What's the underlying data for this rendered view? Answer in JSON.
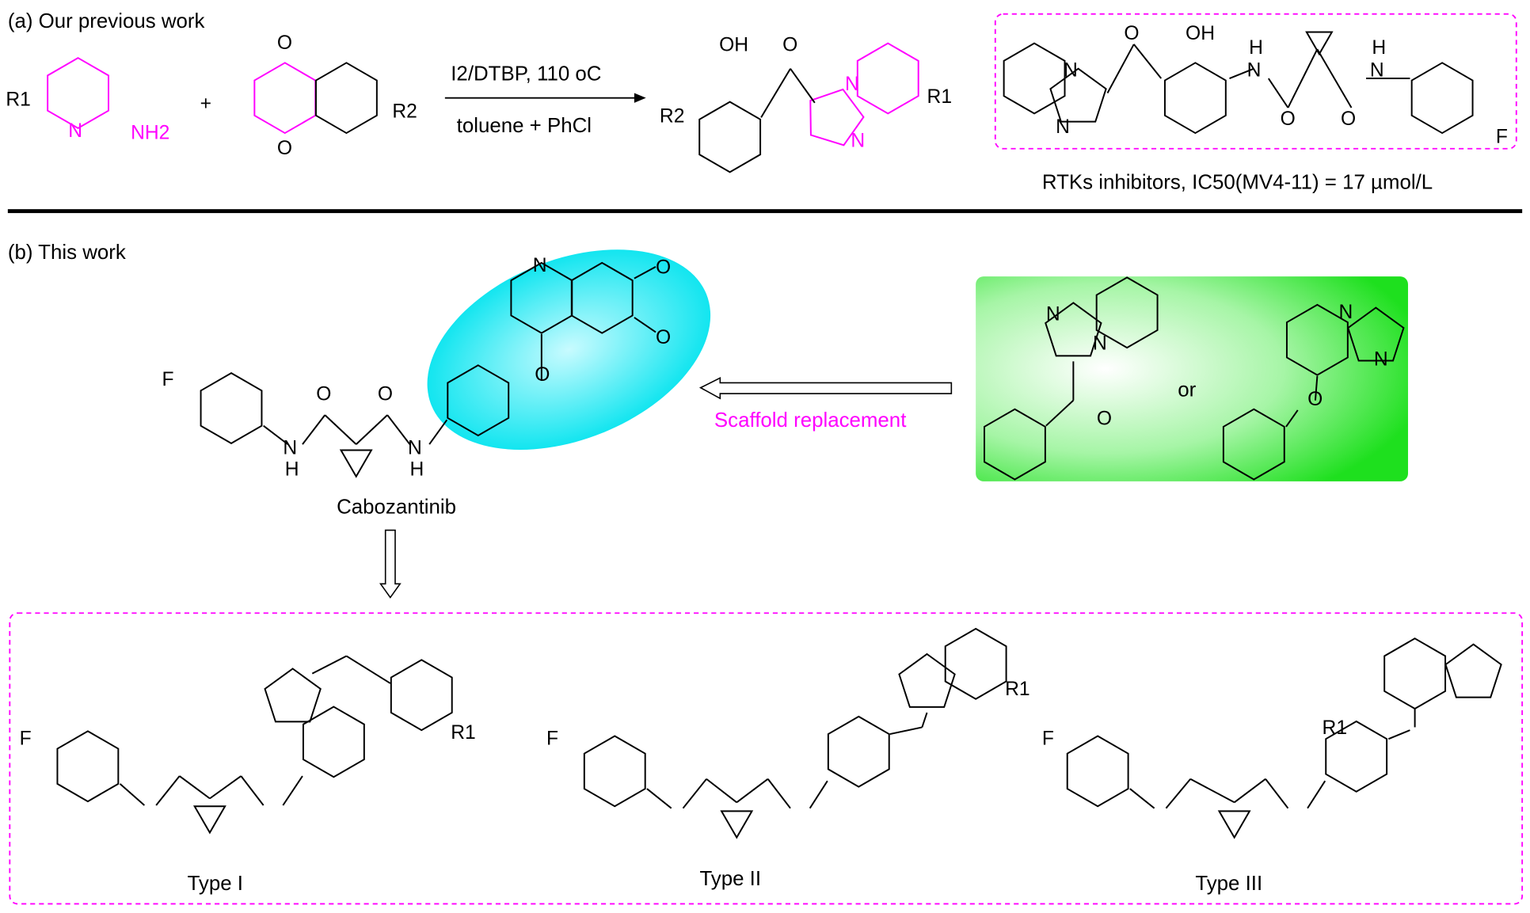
{
  "section_a": {
    "title": "(a) Our previous work",
    "reagent_r1": "R1",
    "amine": "NH2",
    "ring_n": "N",
    "plus": "+",
    "chromone_o_top": "O",
    "chromone_o_ring": "O",
    "reagent_r2": "R2",
    "conditions_top": "I2/DTBP, 110 oC",
    "conditions_bottom": "toluene + PhCl",
    "product_oh": "OH",
    "product_o": "O",
    "product_r2": "R2",
    "product_r1": "R1",
    "product_n1": "N",
    "product_n2": "N",
    "boxed_compound": {
      "atoms": [
        "N",
        "N",
        "O",
        "OH",
        "H",
        "N",
        "O",
        "O",
        "H",
        "N",
        "F"
      ],
      "caption": "RTKs inhibitors, IC50(MV4-11) = 17 µmol/L"
    }
  },
  "section_b": {
    "title": "(b) This work",
    "cabozantinib": {
      "name": "Cabozantinib",
      "atoms": [
        "F",
        "O",
        "O",
        "H",
        "N",
        "H",
        "N",
        "O",
        "N",
        "O",
        "O"
      ]
    },
    "replacement_label": "Scaffold replacement",
    "green_box": {
      "or_label": "or",
      "atoms": [
        "N",
        "N",
        "O",
        "N",
        "N",
        "O"
      ]
    },
    "types": [
      {
        "name": "Type I",
        "r": "R1"
      },
      {
        "name": "Type II",
        "r": "R1"
      },
      {
        "name": "Type III",
        "r": "R1"
      }
    ]
  },
  "colors": {
    "highlight": "#ff00ff",
    "ellipse": "#00e5f0",
    "green_box": "#19e619"
  }
}
